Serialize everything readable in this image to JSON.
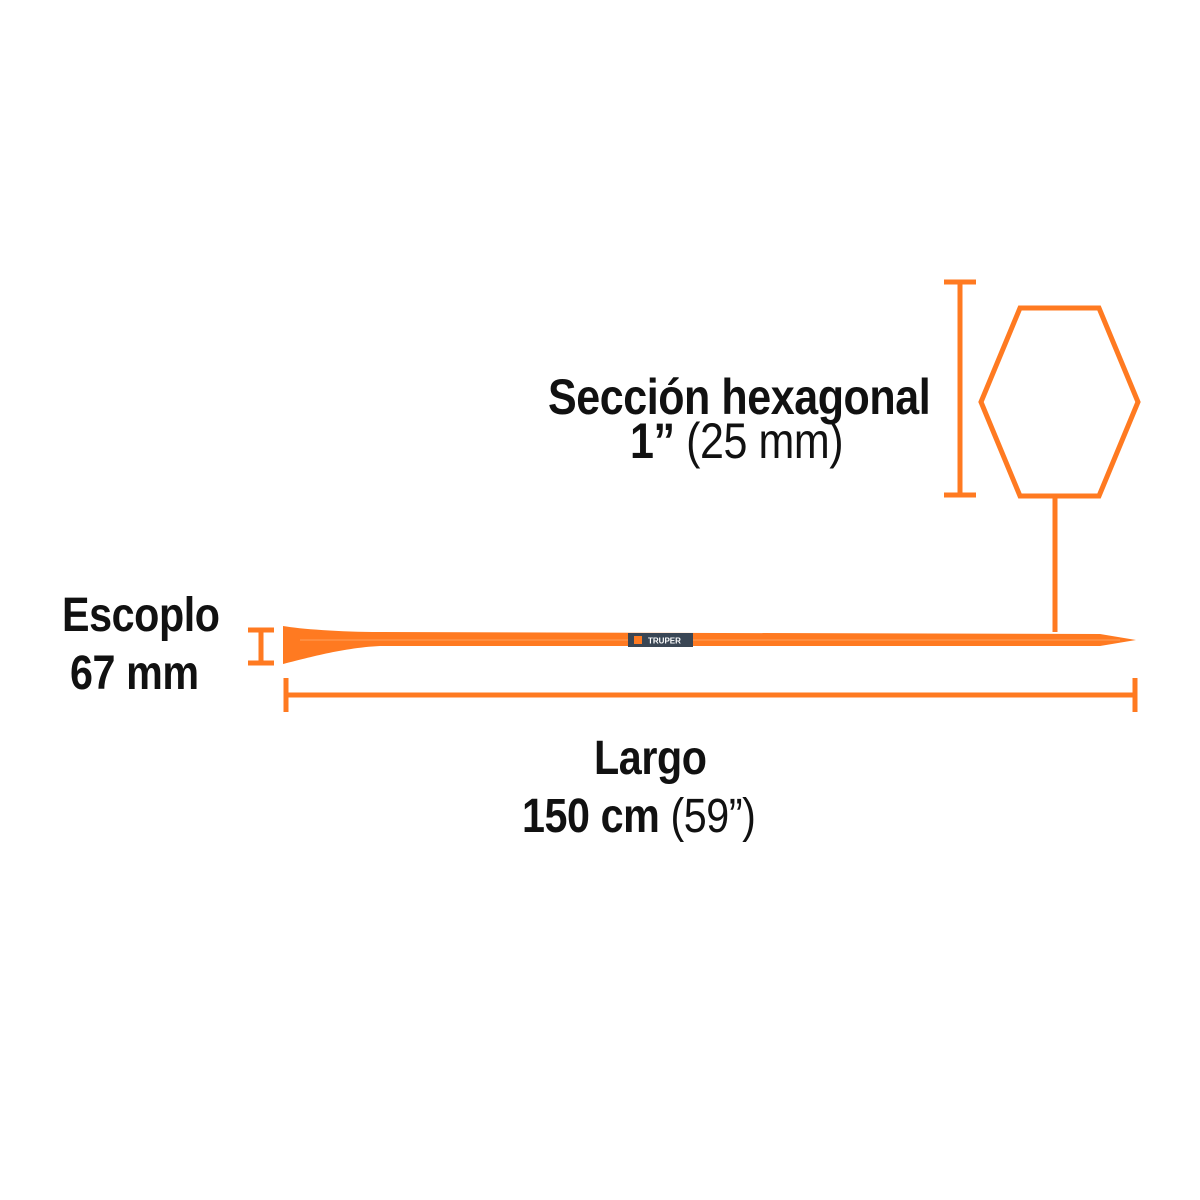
{
  "colors": {
    "accent": "#FF7A21",
    "text": "#111111",
    "band": "#3A4654"
  },
  "section": {
    "title": "Sección hexagonal",
    "size_bold": "1”",
    "size_light": " (25 mm)"
  },
  "chisel": {
    "title": "Escoplo",
    "size": "67 mm"
  },
  "length": {
    "title": "Largo",
    "size_bold": "150 cm",
    "size_light": " (59”)"
  },
  "product": {
    "brand": "TRUPER"
  }
}
